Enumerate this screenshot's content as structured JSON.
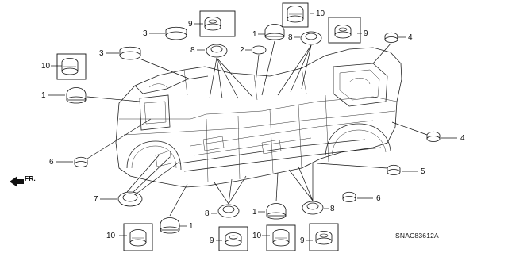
{
  "diagram": {
    "code": "SNAC83612A",
    "front_label": "FR.",
    "callouts": [
      {
        "id": "c-3a",
        "number": "3",
        "part": "grommet-cap-plain"
      },
      {
        "id": "c-3b",
        "number": "3",
        "part": "grommet-cap-plain"
      },
      {
        "id": "c-9a",
        "number": "9",
        "part": "grommet-ribbed-boxed"
      },
      {
        "id": "c-10a",
        "number": "10",
        "part": "grommet-tall-boxed"
      },
      {
        "id": "c-1a",
        "number": "1",
        "part": "grommet-dome"
      },
      {
        "id": "c-8a",
        "number": "8",
        "part": "grommet-ring"
      },
      {
        "id": "c-9b",
        "number": "9",
        "part": "grommet-ribbed-boxed"
      },
      {
        "id": "c-4a",
        "number": "4",
        "part": "grommet-small-ribbed"
      },
      {
        "id": "c-2",
        "number": "2",
        "part": "grommet-flat"
      },
      {
        "id": "c-8b",
        "number": "8",
        "part": "grommet-ring"
      },
      {
        "id": "c-10b",
        "number": "10",
        "part": "grommet-tall-boxed"
      },
      {
        "id": "c-1b",
        "number": "1",
        "part": "grommet-dome"
      },
      {
        "id": "c-4b",
        "number": "4",
        "part": "grommet-small-ribbed"
      },
      {
        "id": "c-6a",
        "number": "6",
        "part": "grommet-small-ribbed"
      },
      {
        "id": "c-5",
        "number": "5",
        "part": "grommet-small-ribbed"
      },
      {
        "id": "c-7",
        "number": "7",
        "part": "grommet-wide-ring"
      },
      {
        "id": "c-6b",
        "number": "6",
        "part": "grommet-small-ribbed"
      },
      {
        "id": "c-1c",
        "number": "1",
        "part": "grommet-dome"
      },
      {
        "id": "c-8c",
        "number": "8",
        "part": "grommet-ring"
      },
      {
        "id": "c-1d",
        "number": "1",
        "part": "grommet-dome"
      },
      {
        "id": "c-8d",
        "number": "8",
        "part": "grommet-ring"
      },
      {
        "id": "c-10c",
        "number": "10",
        "part": "grommet-tall-boxed"
      },
      {
        "id": "c-9c",
        "number": "9",
        "part": "grommet-ribbed-boxed"
      },
      {
        "id": "c-10d",
        "number": "10",
        "part": "grommet-tall-boxed"
      },
      {
        "id": "c-9d",
        "number": "9",
        "part": "grommet-ribbed-boxed"
      }
    ]
  }
}
